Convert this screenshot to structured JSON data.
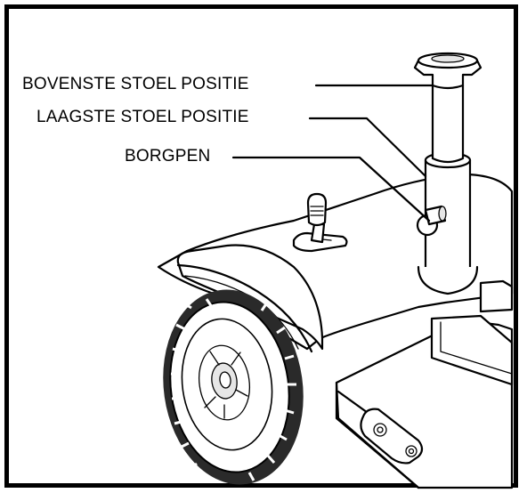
{
  "labels": {
    "top_seat_position": "BOVENSTE STOEL POSITIE",
    "lowest_seat_position": "LAAGSTE STOEL POSITIE",
    "locking_pin": "BORGPEN"
  }
}
